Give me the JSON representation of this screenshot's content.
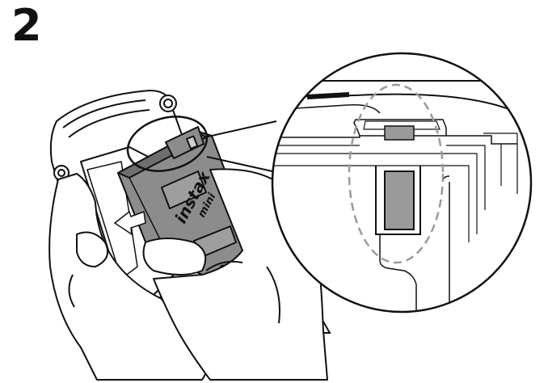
{
  "step": {
    "number": "2"
  },
  "film_pack": {
    "brand": "instax",
    "model": "mini"
  },
  "colors": {
    "line": "#111111",
    "pack_fill": "#8c8c8c",
    "pack_dark": "#6e6e6e",
    "highlight": "#9a9a9a",
    "dashed": "#9a9a9a"
  },
  "icons": {
    "arrow": "insert-direction-arrow-icon",
    "magnifier": "detail-zoom-circle"
  }
}
